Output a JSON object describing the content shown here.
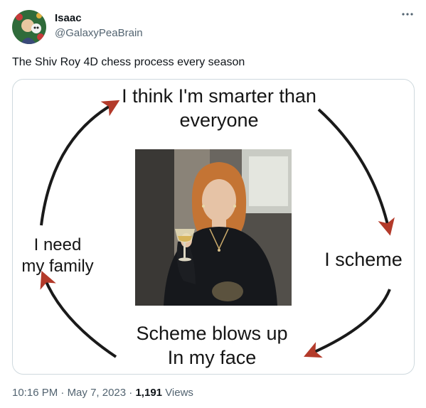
{
  "tweet": {
    "display_name": "Isaac",
    "handle": "@GalaxyPeaBrain",
    "more_icon": "more-dots-icon",
    "text": "The Shiv Roy 4D chess process every season",
    "time": "10:16 PM",
    "date": "May 7, 2023",
    "separator": "·",
    "views_count": "1,191",
    "views_label": "Views"
  },
  "meme": {
    "top_line1": "I think I'm smarter than",
    "top_line2": "everyone",
    "right": "I scheme",
    "bottom_line1": "Scheme blows up",
    "bottom_line2": "In my face",
    "left_line1": "I need",
    "left_line2": "my family",
    "arrow_color": "#1a1a1a",
    "arrowhead_color": "#b33a2a"
  }
}
